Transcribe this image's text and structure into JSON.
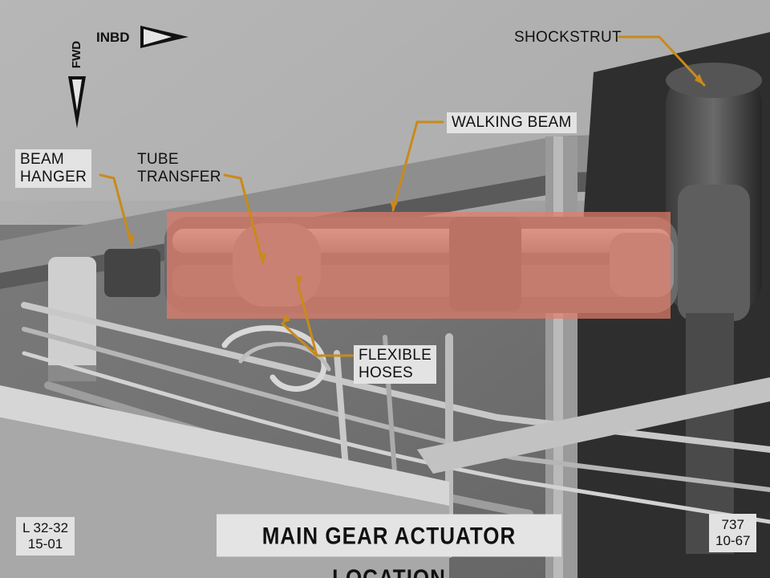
{
  "labels": {
    "shockstrut": "SHOCKSTRUT",
    "walking_beam": "WALKING BEAM",
    "beam_hanger": [
      "BEAM",
      "HANGER"
    ],
    "tube_transfer": [
      "TUBE",
      "TRANSFER"
    ],
    "flexible_hoses": [
      "FLEXIBLE",
      "HOSES"
    ]
  },
  "orientation": {
    "fwd": "FWD",
    "inbd": "INBD"
  },
  "caption": "MAIN GEAR ACTUATOR LOCATION",
  "corner_left": [
    "L 32-32",
    "15-01"
  ],
  "corner_right": [
    "737",
    "10-67"
  ],
  "colors": {
    "leader": "#c98a1a",
    "highlight": "#e07d6a",
    "label_bg": "#e3e3e3",
    "photo_dark": "#2a2a2a"
  }
}
